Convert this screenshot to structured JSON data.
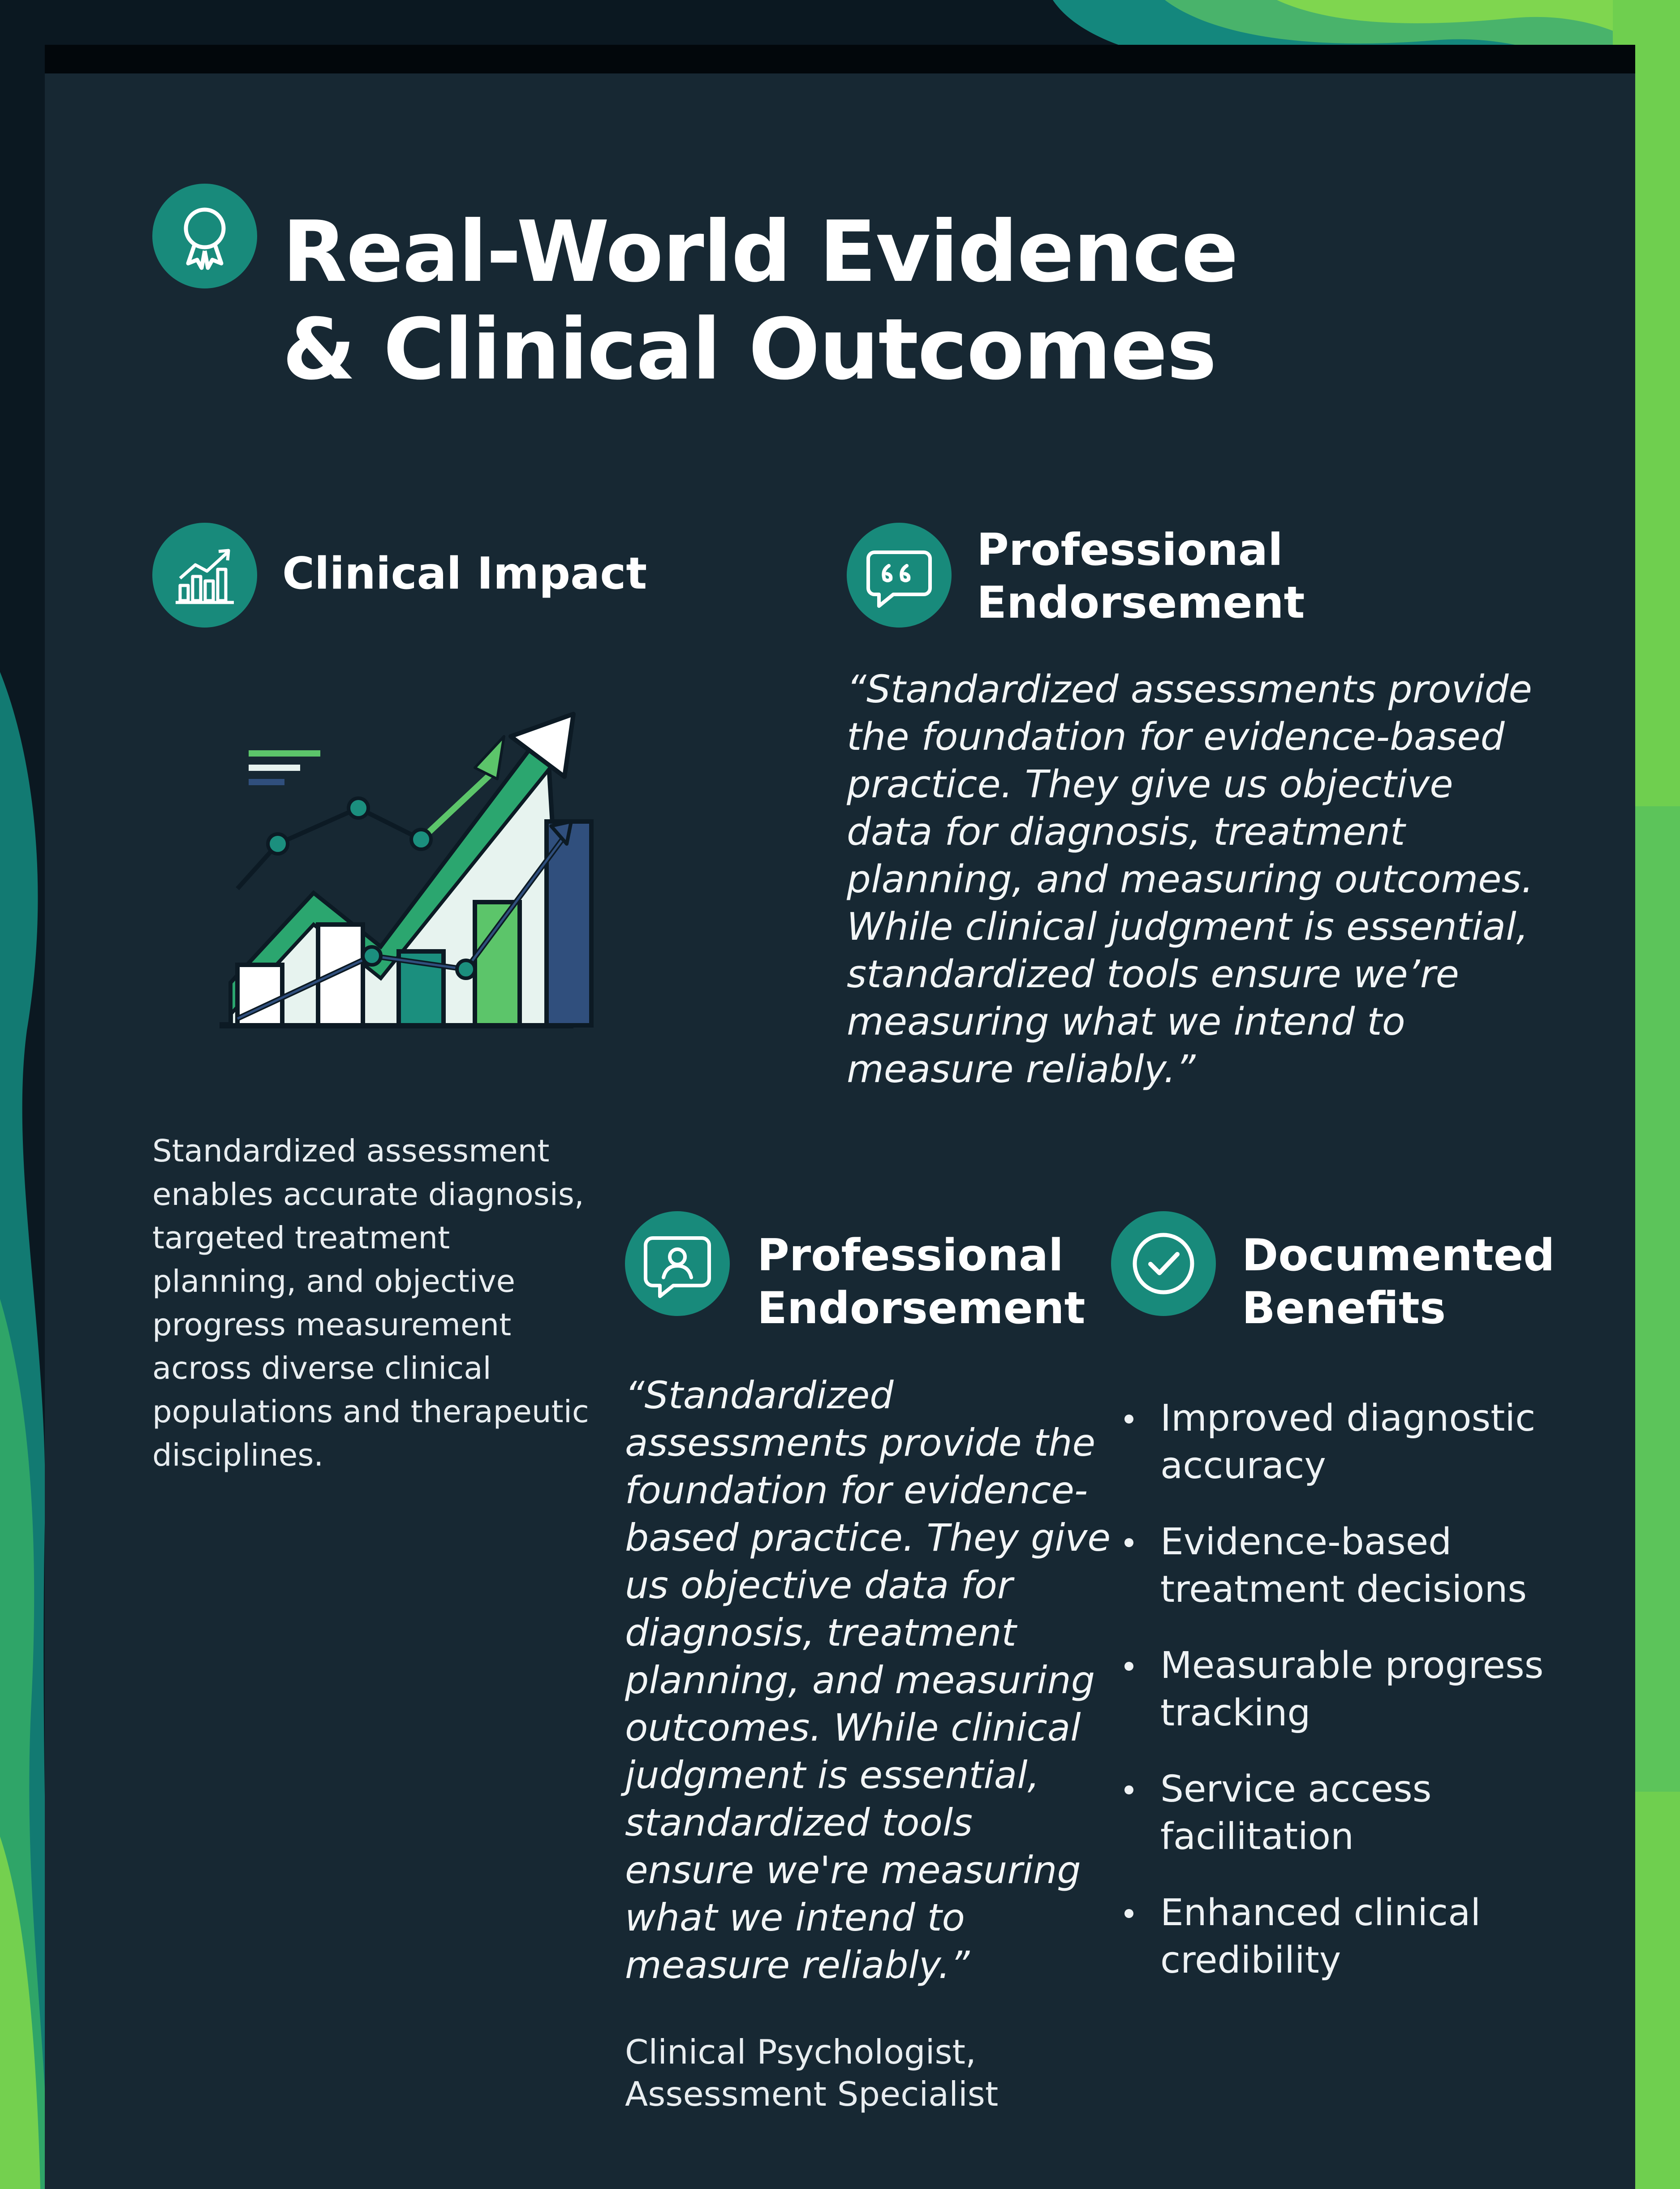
{
  "title": {
    "line1": "Real-World Evidence",
    "line2": "& Clinical Outcomes",
    "icon": "award-ribbon-icon"
  },
  "clinical_impact": {
    "heading": "Clinical Impact",
    "icon": "chart-growth-icon",
    "illustration": "growth-chart-illustration",
    "description": "Standardized assessment enables accurate diagnosis, targeted treatment planning, and objective progress measurement across diverse clinical populations and therapeutic disciplines."
  },
  "endorsement_top": {
    "heading_line1": "Professional",
    "heading_line2": "Endorsement",
    "icon": "quote-bubble-icon",
    "quote": "“Standardized assessments provide the foundation for evidence-based practice. They give us objective data for diagnosis, treatment planning, and measuring outcomes. While clinical judgment is essential, standardized tools ensure we’re measuring what we intend to measure reliably.”"
  },
  "endorsement_bottom": {
    "heading_line1": "Professional",
    "heading_line2": "Endorsement",
    "icon": "user-chat-icon",
    "quote": "“Standardized assessments provide the foundation for evidence-based practice. They give us objective data for diagnosis, treatment planning, and measuring outcomes. While clinical judgment is essential, standardized tools ensure we're measuring what we intend to measure reliably.”",
    "attribution_line1": "Clinical Psychologist,",
    "attribution_line2": "Assessment Specialist"
  },
  "benefits": {
    "heading_line1": "Documented",
    "heading_line2": "Benefits",
    "icon": "check-circle-icon",
    "items": [
      "Improved diagnostic accuracy",
      "Evidence-based treatment decisions",
      "Measurable progress tracking",
      "Service access facilitation",
      "Enhanced clinical credibility"
    ]
  },
  "colors": {
    "accent_teal": "#188a7b",
    "accent_green": "#6fcf5a",
    "card_background": "#172833",
    "page_background": "#0b1821",
    "chart_navy": "#304f7d"
  }
}
